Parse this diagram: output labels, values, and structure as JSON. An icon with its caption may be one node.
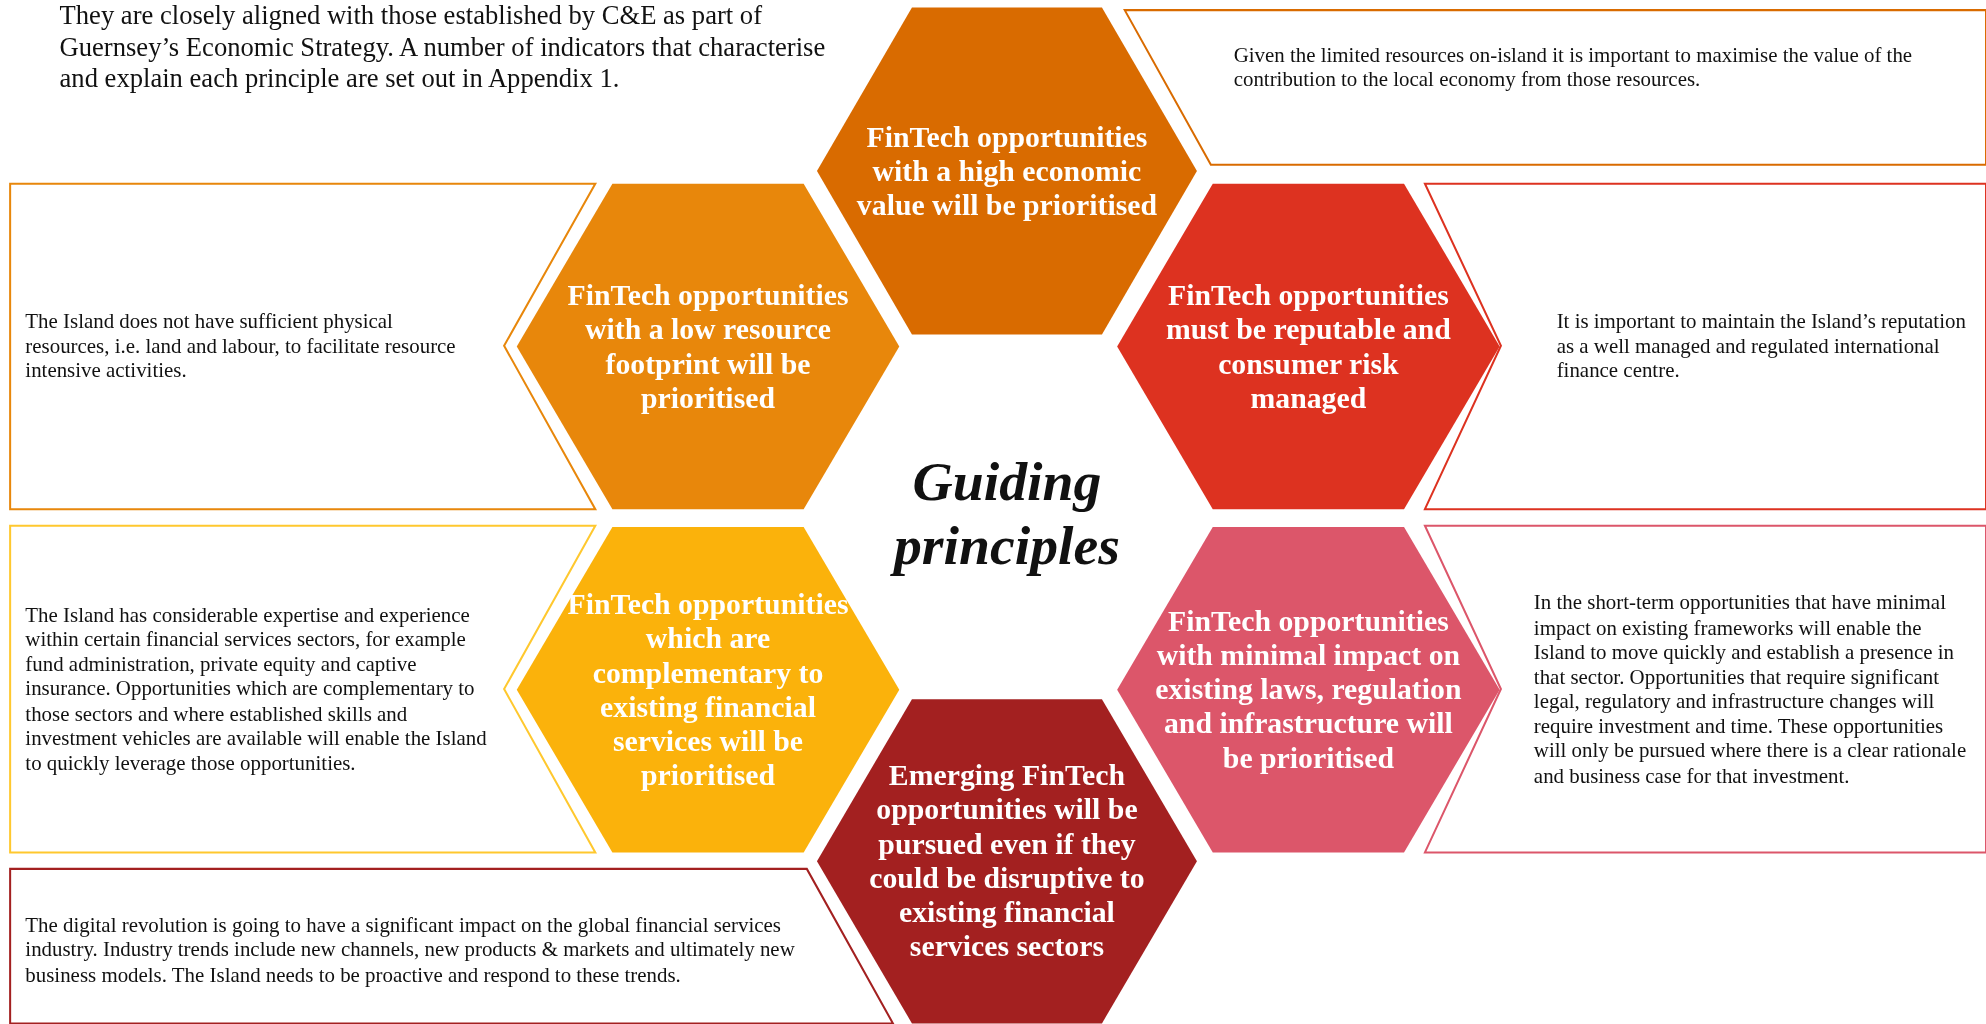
{
  "diagram": {
    "title": "Guiding principles",
    "nodes": [
      {
        "text": [
          "FinTech opportunities with a high economic value will be prioritised"
        ]
      },
      {
        "text": [
          "Given the limited resources on-island it is important to maximise the value of the contribution to the local economy from those resources."
        ]
      },
      {
        "text": [
          "The Island does not have sufficient physical resources, i.e. land and labour, to facilitate resource intensive activities."
        ]
      },
      {
        "text": [
          "FinTech opportunities with a low resource footprint will be prioritised"
        ]
      },
      {
        "text": [
          "FinTech opportunities must be reputable and consumer risk managed"
        ]
      },
      {
        "text": [
          "It is important to maintain the Island’s reputation as a well managed and regulated international finance centre."
        ]
      },
      {
        "text": [
          "The Island has considerable expertise and experience within certain financial services sectors, for example fund administration, private equity and captive insurance. Opportunities which are complementary to those sectors and where established skills and investment vehicles are available will enable the Island to quickly leverage those opportunities."
        ]
      },
      {
        "text": [
          "FinTech opportunities which are complementary to existing financial services will be prioritised"
        ]
      },
      {
        "text": [
          "FinTech opportunities with minimal impact on existing laws, regulation and infrastructure will be prioritised"
        ]
      },
      {
        "text": [
          "In the short-term opportunities that have minimal impact on existing frameworks will enable the Island to move quickly and establish a presence in that sector. Opportunities that require significant legal, regulatory and infrastructure changes will require investment and time.  These opportunities will only be pursued where there is a clear rationale and business case for that investment."
        ]
      },
      {
        "text": [
          "The digital revolution is going to have a significant impact on the global financial services industry.  Industry trends include new channels, new products & markets and ultimately new business models.  The Island needs to be proactive and respond to these trends."
        ]
      },
      {
        "text": [
          "Emerging FinTech opportunities will be pursued even if they could be disruptive to existing financial services sectors"
        ]
      }
    ],
    "labels": [
      "They are closely aligned with those established by C&E as part of Guernsey’s Economic Strategy. A number of indicators that characterise and explain each principle are set out in Appendix 1."
    ]
  }
}
